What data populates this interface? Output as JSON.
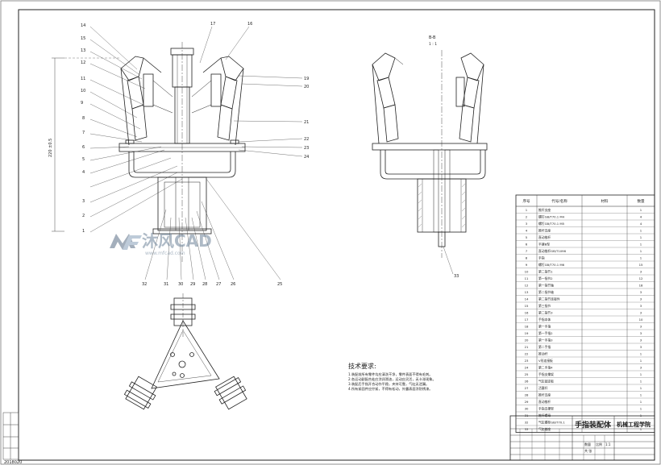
{
  "drawing": {
    "title": "手指装配体",
    "school": "机械工程学院",
    "watermark_brand": "沐风CAD",
    "watermark_url": "www.mfcad.com",
    "overall_dim": "220 ±0.5",
    "section_label": "B-B",
    "scale_note": "1 : 1",
    "corner_code": "2018020",
    "tb_scale_label": "比例",
    "tb_scale_value": "1:1",
    "tb_qty_label": "数量",
    "tb_sheet_label": "共 张"
  },
  "front_view": {
    "left_balloons": [
      "14",
      "15",
      "13",
      "12",
      "11",
      "10",
      "9",
      "8",
      "7",
      "6",
      "5",
      "4",
      "3",
      "2",
      "1"
    ],
    "top_balloons": [
      "17",
      "16"
    ],
    "right_balloons": [
      "19",
      "20",
      "21",
      "22",
      "23",
      "24"
    ],
    "bottom_balloons": [
      "32",
      "31",
      "30",
      "29",
      "28",
      "27",
      "26",
      "25"
    ]
  },
  "side_view": {
    "balloon": "33"
  },
  "tech_requirements": {
    "heading": "技术要求:",
    "lines": [
      "1.装配前所有零件均应清洗干净，零件表面不得有毛刺。",
      "2.各运动副配合处应涂润滑油，运动应灵活，无卡滞现象。",
      "3.装配后手指开合动作平稳，夹持可靠，气缸无泄漏。",
      "4.所有紧固件应拧紧，不得有松动，外露表面涂防锈漆。"
    ]
  },
  "bom": {
    "headers": [
      "序号",
      "代号/名称",
      "材料",
      "数量"
    ],
    "rows": [
      [
        "1",
        "推杆支座",
        "",
        "1"
      ],
      [
        "2",
        "螺钉GB/T70.1 M4",
        "",
        "4"
      ],
      [
        "3",
        "螺钉GB/T70.1 M5",
        "",
        "4"
      ],
      [
        "4",
        "推杆支座",
        "",
        "1"
      ],
      [
        "5",
        "直动推杆",
        "",
        "1"
      ],
      [
        "6",
        "平键B型",
        "",
        "1"
      ],
      [
        "7",
        "直动推杆GB/T1096",
        "",
        "1"
      ],
      [
        "8",
        "手指",
        "",
        "1"
      ],
      [
        "9",
        "螺钉GB/T70.1 M6",
        "",
        "15"
      ],
      [
        "10",
        "第二指节1",
        "",
        "3"
      ],
      [
        "11",
        "第一指节2",
        "",
        "12"
      ],
      [
        "12",
        "第一指节轴",
        "",
        "18"
      ],
      [
        "13",
        "第二指节轴",
        "",
        "3"
      ],
      [
        "14",
        "第二指节连接件",
        "",
        "3"
      ],
      [
        "15",
        "第三指节",
        "",
        "3"
      ],
      [
        "16",
        "第二指节3",
        "",
        "3"
      ],
      [
        "17",
        "手指本体",
        "",
        "10"
      ],
      [
        "18",
        "第一手指",
        "",
        "3"
      ],
      [
        "19",
        "第一手指2",
        "",
        "3"
      ],
      [
        "20",
        "第一手指3",
        "",
        "3"
      ],
      [
        "21",
        "第二手指",
        "",
        "3"
      ],
      [
        "22",
        "推动杆",
        "",
        "1"
      ],
      [
        "23",
        "V形连接板",
        "",
        "1"
      ],
      [
        "24",
        "第二手指4",
        "",
        "3"
      ],
      [
        "25",
        "手指支撑架",
        "",
        "1"
      ],
      [
        "26",
        "气缸固定板",
        "",
        "1"
      ],
      [
        "27",
        "活塞杆",
        "",
        "1"
      ],
      [
        "28",
        "推杆支座",
        "",
        "1"
      ],
      [
        "29",
        "直动推杆",
        "",
        "1"
      ],
      [
        "30",
        "手指支撑架",
        "",
        "1"
      ],
      [
        "31",
        "推杆螺母",
        "",
        "1"
      ],
      [
        "32",
        "气缸螺栓GB/T70.1",
        "",
        "1"
      ],
      [
        "33",
        "气缸基座",
        "",
        "1"
      ]
    ]
  }
}
